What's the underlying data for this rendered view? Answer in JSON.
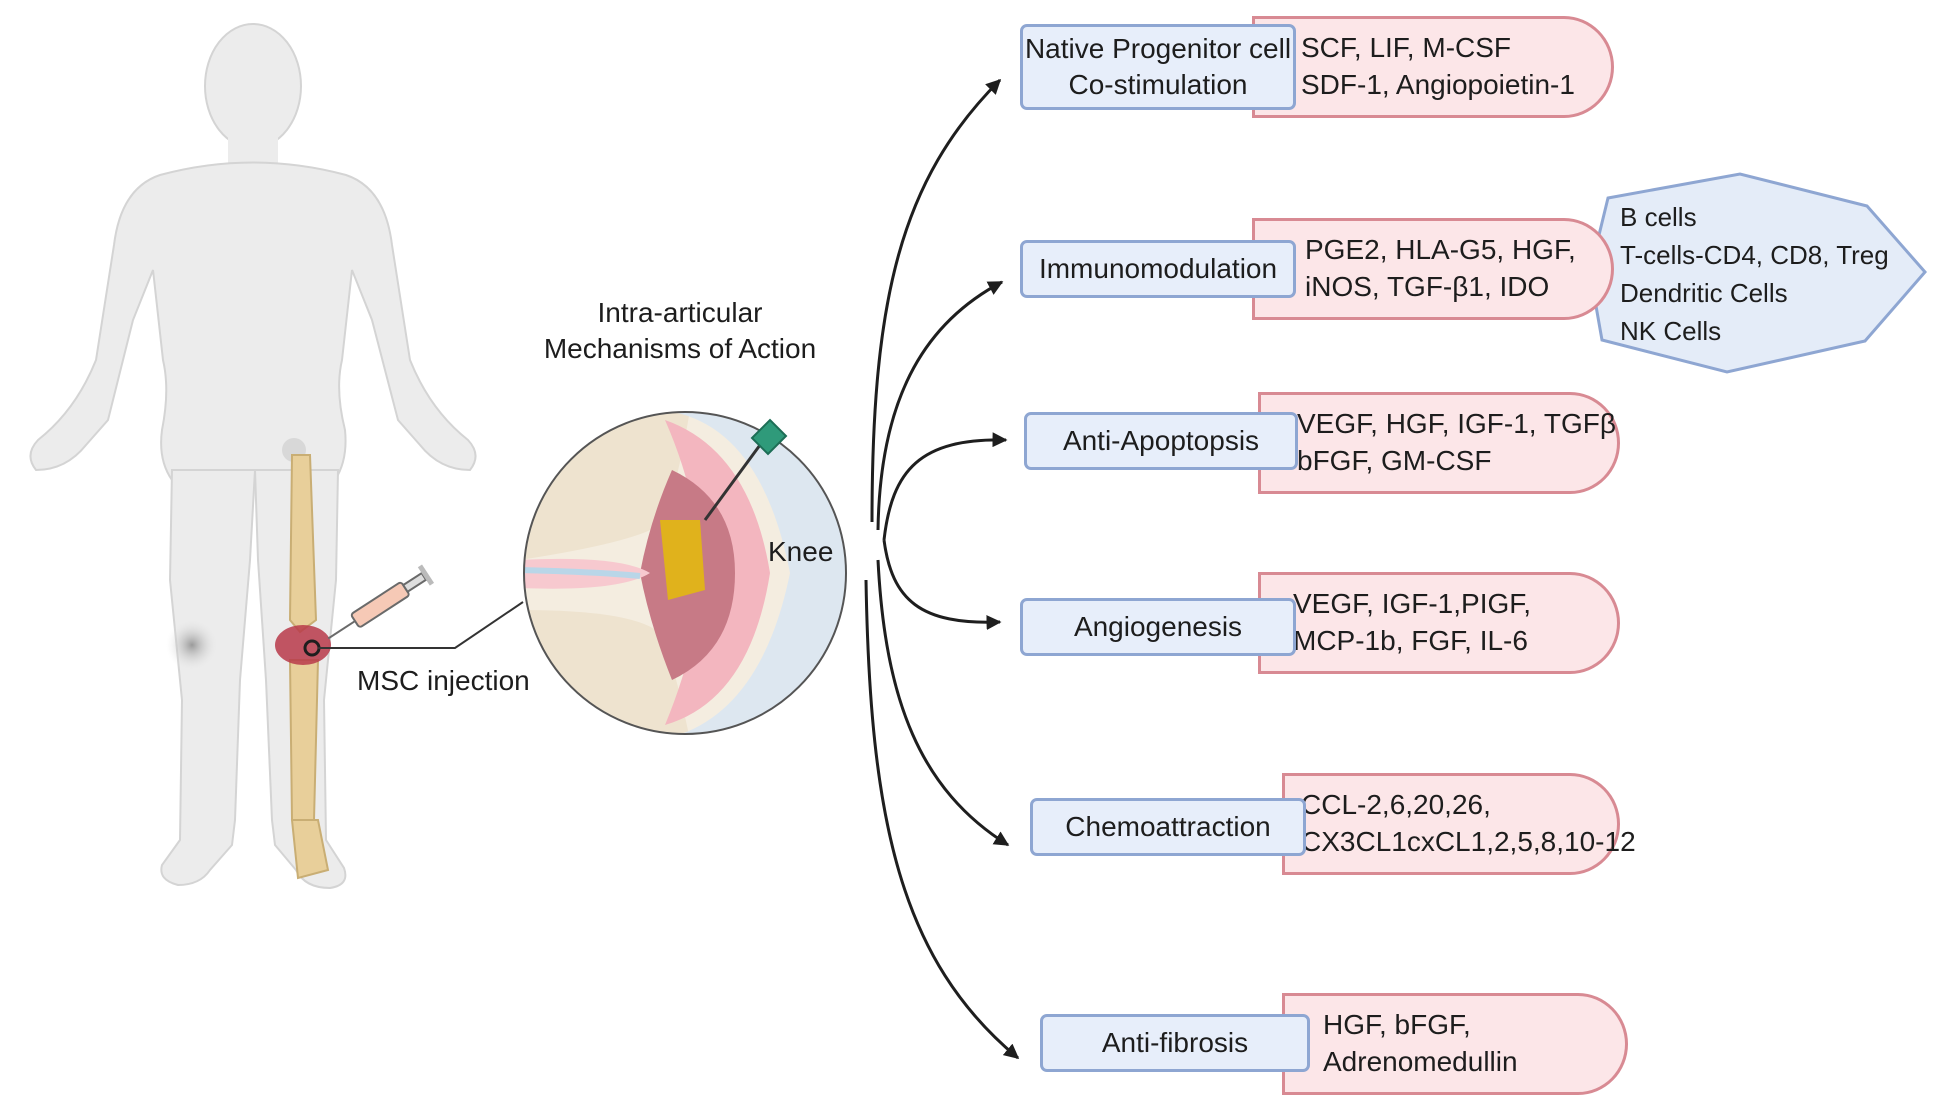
{
  "left": {
    "title_line1": "Intra-articular",
    "title_line2": "Mechanisms of Action",
    "knee_label": "Knee",
    "injection_label": "MSC injection"
  },
  "mechanisms": [
    {
      "name_lines": [
        "Native Progenitor cell",
        "Co-stimulation"
      ],
      "factor_lines": [
        "SCF, LIF, M-CSF",
        "SDF-1, Angiopoietin-1"
      ]
    },
    {
      "name_lines": [
        "Immunomodulation"
      ],
      "factor_lines": [
        "PGE2, HLA-G5, HGF,",
        "iNOS, TGF-β1, IDO"
      ]
    },
    {
      "name_lines": [
        "Anti-Apoptopsis"
      ],
      "factor_lines": [
        "VEGF, HGF, IGF-1, TGFβ",
        "bFGF, GM-CSF"
      ]
    },
    {
      "name_lines": [
        "Angiogenesis"
      ],
      "factor_lines": [
        "VEGF, IGF-1,PIGF,",
        "MCP-1b, FGF, IL-6"
      ]
    },
    {
      "name_lines": [
        "Chemoattraction"
      ],
      "factor_lines": [
        "CCL-2,6,20,26,",
        "CX3CL1cxCL1,2,5,8,10-12"
      ]
    },
    {
      "name_lines": [
        "Anti-fibrosis"
      ],
      "factor_lines": [
        "HGF, bFGF,",
        "Adrenomedullin"
      ]
    }
  ],
  "immune_cells": [
    "B cells",
    "T-cells-CD4, CD8, Treg",
    "Dendritic Cells",
    "NK Cells"
  ],
  "colors": {
    "mechanism_fill": "#e7eefa",
    "mechanism_border": "#8ea6d2",
    "factor_fill": "#fce6e8",
    "factor_border": "#d88a93",
    "arrow": "#1e1e1e",
    "body": "#ececec",
    "bone": "#e8cf9a",
    "inflamed_joint": "#b83a4a",
    "syringe_tip": "#2f9a7a"
  }
}
